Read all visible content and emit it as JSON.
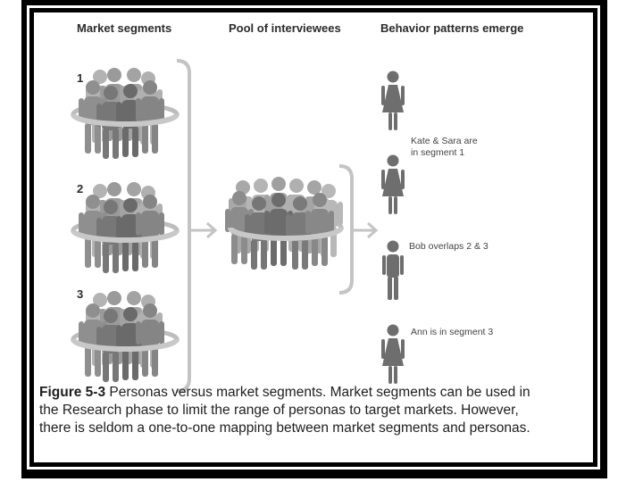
{
  "columns": {
    "market_segments": "Market segments",
    "pool": "Pool of interviewees",
    "behavior": "Behavior patterns emerge"
  },
  "segments": [
    "1",
    "2",
    "3"
  ],
  "notes": {
    "kate_sara_line1": "Kate & Sara are",
    "kate_sara_line2": "in segment 1",
    "bob": "Bob overlaps 2 & 3",
    "ann": "Ann is in segment 3"
  },
  "caption": {
    "label": "Figure 5-3",
    "text": "Personas versus market segments. Market segments can be used in the Research phase to limit the range of personas to target markets. However, there is seldom a one-to-one mapping between market segments and personas."
  },
  "colors": {
    "frame": "#000000",
    "person_dark": "#6e6e6e",
    "person_light": "#a9a9a9",
    "ring": "#bdbdbd",
    "bracket": "#c4c4c4",
    "text": "#2b2b2b"
  }
}
